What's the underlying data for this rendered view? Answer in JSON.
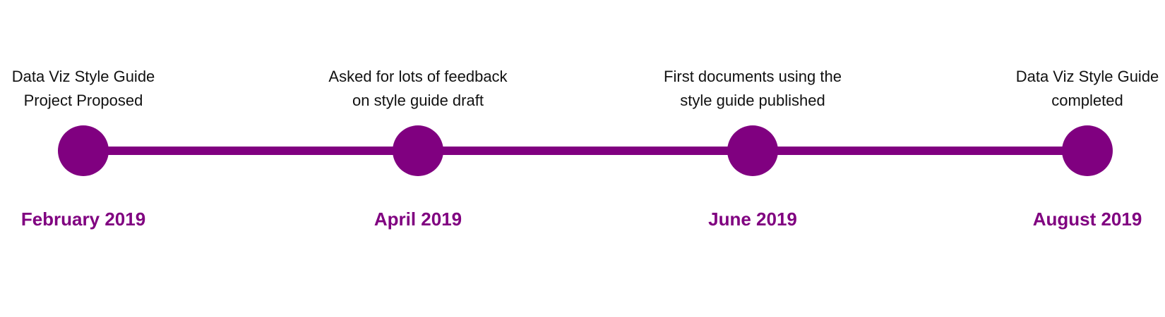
{
  "accent_color": "#800080",
  "milestones": [
    {
      "description": [
        "Data Viz Style Guide",
        "Project Proposed"
      ],
      "date": "February 2019"
    },
    {
      "description": [
        "Asked for lots of feedback",
        "on style guide draft"
      ],
      "date": "April 2019"
    },
    {
      "description": [
        "First documents using the",
        "style guide published"
      ],
      "date": "June 2019"
    },
    {
      "description": [
        "Data Viz Style Guide",
        "completed"
      ],
      "date": "August 2019"
    }
  ]
}
